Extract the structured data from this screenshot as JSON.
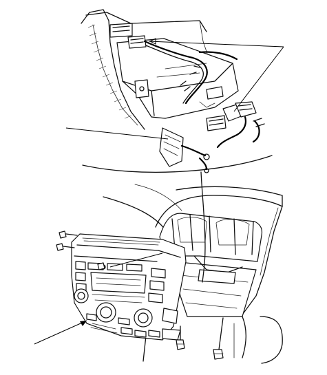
{
  "figure": {
    "labels": [],
    "colors": {
      "ink": "#111111",
      "paper": "#ffffff"
    },
    "callouts": [
      {
        "name": "harness-connectors-callout",
        "target": "harness-connectors"
      },
      {
        "name": "ground-wire-callout",
        "target": "ground-wire"
      },
      {
        "name": "center-panel-callout",
        "target": "center-panel"
      }
    ]
  }
}
